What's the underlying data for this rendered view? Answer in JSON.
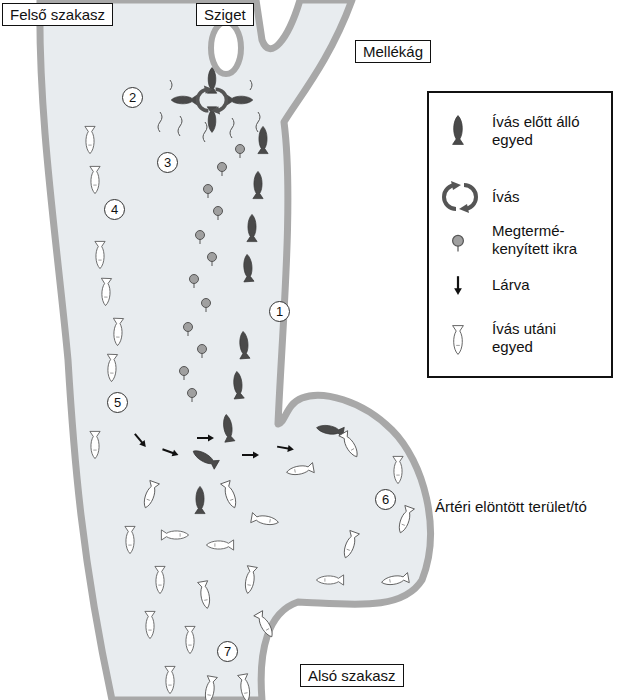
{
  "diagram": {
    "nodes": [
      {
        "text": [
          "Felső szakasz"
        ]
      },
      {
        "text": [
          "Sziget"
        ]
      },
      {
        "text": [
          "Mellékág"
        ]
      },
      {
        "text": [
          "2"
        ]
      },
      {
        "text": [
          "3"
        ]
      },
      {
        "text": [
          "4"
        ]
      },
      {
        "text": [
          "1"
        ]
      },
      {
        "text": [
          "5"
        ]
      },
      {
        "text": [
          "6"
        ]
      },
      {
        "text": [
          "7"
        ]
      },
      {
        "text": [
          "Alsó szakasz"
        ]
      }
    ],
    "labels": [
      "Ártéri elöntött terület/tó"
    ],
    "legend": [
      {
        "text": "Ívás előtt álló egyed"
      },
      {
        "text": "Ívás"
      },
      {
        "text": "Megtermé- kenyített ikra"
      },
      {
        "text": "Lárva"
      },
      {
        "text": "Ívás utáni egyed"
      }
    ]
  }
}
